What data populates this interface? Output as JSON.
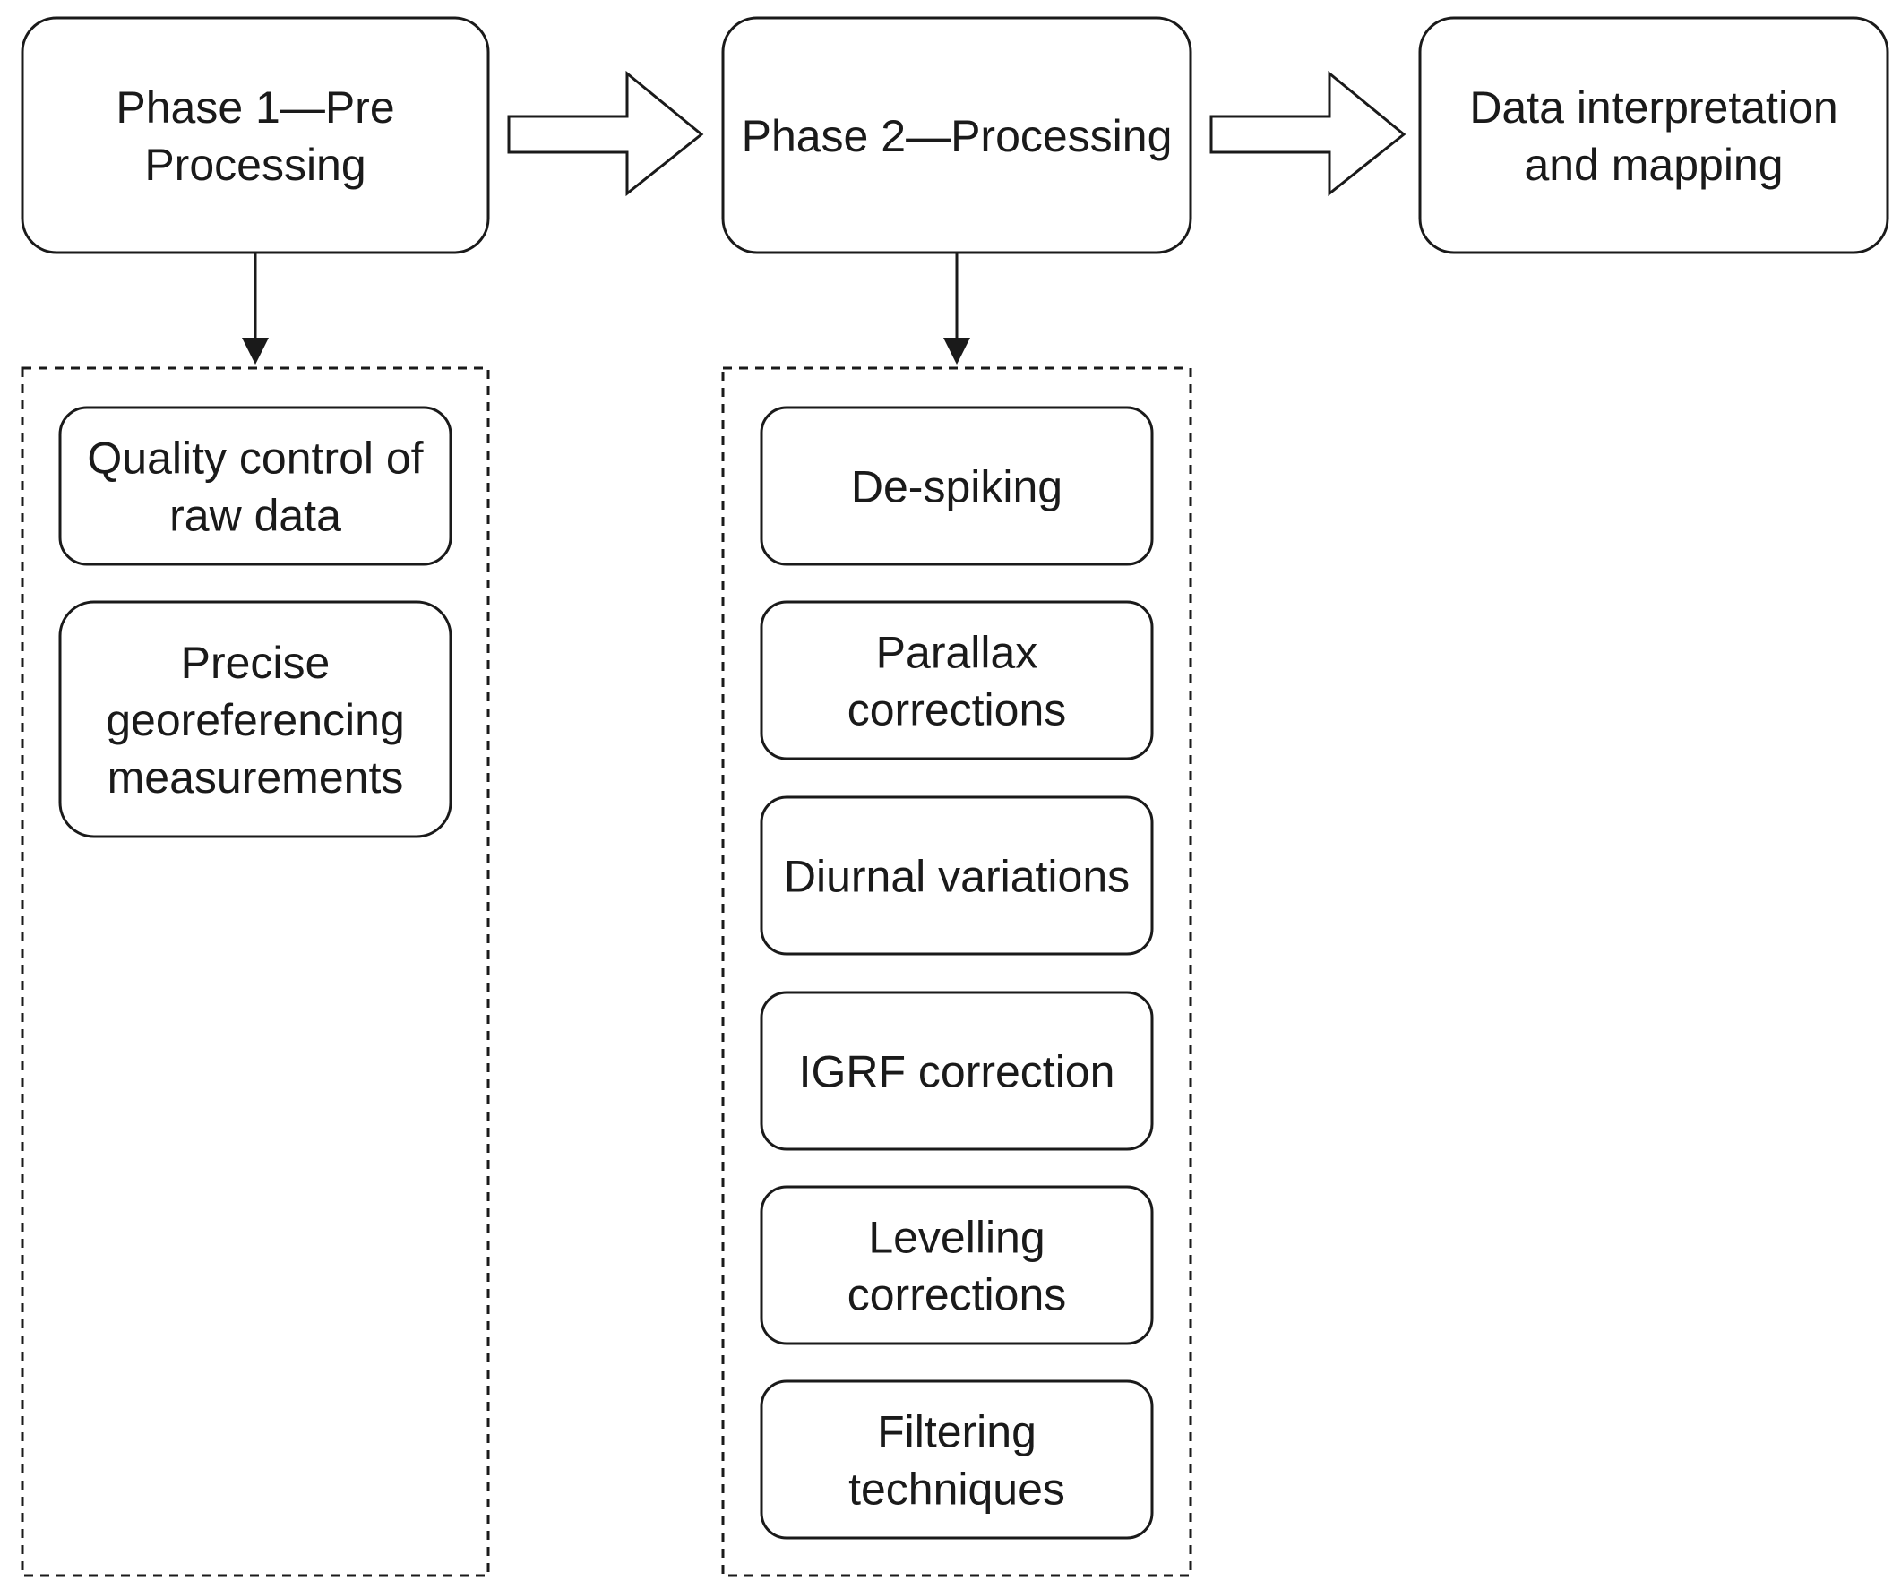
{
  "colors": {
    "stroke": "#1a1a1a",
    "fill": "#ffffff",
    "text": "#1a1a1a"
  },
  "phases": [
    {
      "id": "phase1",
      "lines": [
        "Phase 1—Pre",
        "Processing"
      ]
    },
    {
      "id": "phase2",
      "lines": [
        "Phase 2—Processing"
      ]
    },
    {
      "id": "phase3",
      "lines": [
        "Data interpretation",
        "and mapping"
      ]
    }
  ],
  "phase1_steps": [
    {
      "lines": [
        "Quality control of",
        "raw data"
      ]
    },
    {
      "lines": [
        "Precise",
        "georeferencing",
        "measurements"
      ]
    }
  ],
  "phase2_steps": [
    {
      "lines": [
        "De-spiking"
      ]
    },
    {
      "lines": [
        "Parallax",
        "corrections"
      ]
    },
    {
      "lines": [
        "Diurnal variations"
      ]
    },
    {
      "lines": [
        "IGRF correction"
      ]
    },
    {
      "lines": [
        "Levelling",
        "corrections"
      ]
    },
    {
      "lines": [
        "Filtering",
        "techniques"
      ]
    }
  ]
}
